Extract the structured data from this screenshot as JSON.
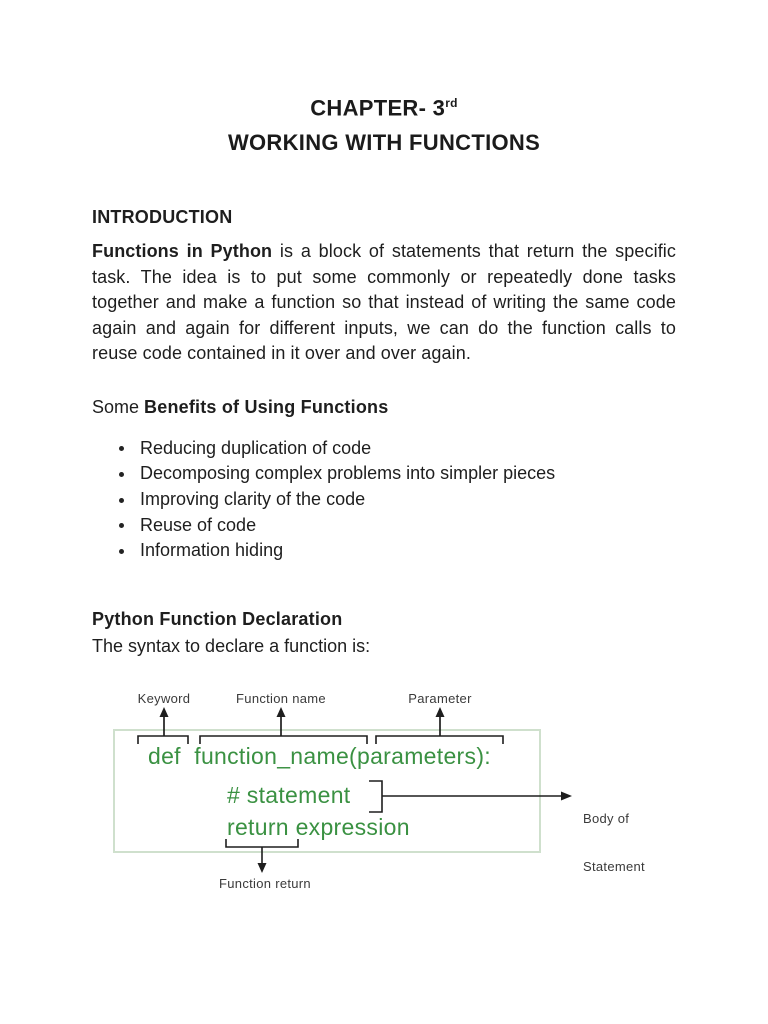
{
  "header": {
    "title_main": "CHAPTER- 3",
    "title_sup": "rd",
    "title_sub": "WORKING WITH FUNCTIONS"
  },
  "intro": {
    "heading": "INTRODUCTION",
    "lead_bold": "Functions in Python",
    "paragraph": " is a block of statements that return the specific task. The idea is to put some commonly or repeatedly done tasks together and make a function so that instead of writing the same code again and again for different inputs, we can do the function calls to reuse code contained in it over and over again."
  },
  "benefits": {
    "lead": "Some ",
    "heading_bold": "Benefits of Using Functions",
    "items": [
      "Reducing duplication of code",
      "Decomposing complex problems into simpler pieces",
      "Improving clarity of the code",
      "Reuse of code",
      "Information hiding"
    ]
  },
  "declaration": {
    "heading": "Python Function Declaration",
    "subheading": "The syntax to declare a function is:",
    "diagram": {
      "label_keyword": "Keyword",
      "label_function_name": "Function name",
      "label_parameter": "Parameter",
      "label_body_line1": "Body of",
      "label_body_line2": "Statement",
      "label_function_return": "Function return",
      "code_line1": "def  function_name(parameters):",
      "code_line2": "# statement",
      "code_line3": "return expression",
      "colors": {
        "code_green": "#3a9142",
        "box_border": "#cfe0cd",
        "line_color": "#1e1e1e"
      }
    }
  }
}
